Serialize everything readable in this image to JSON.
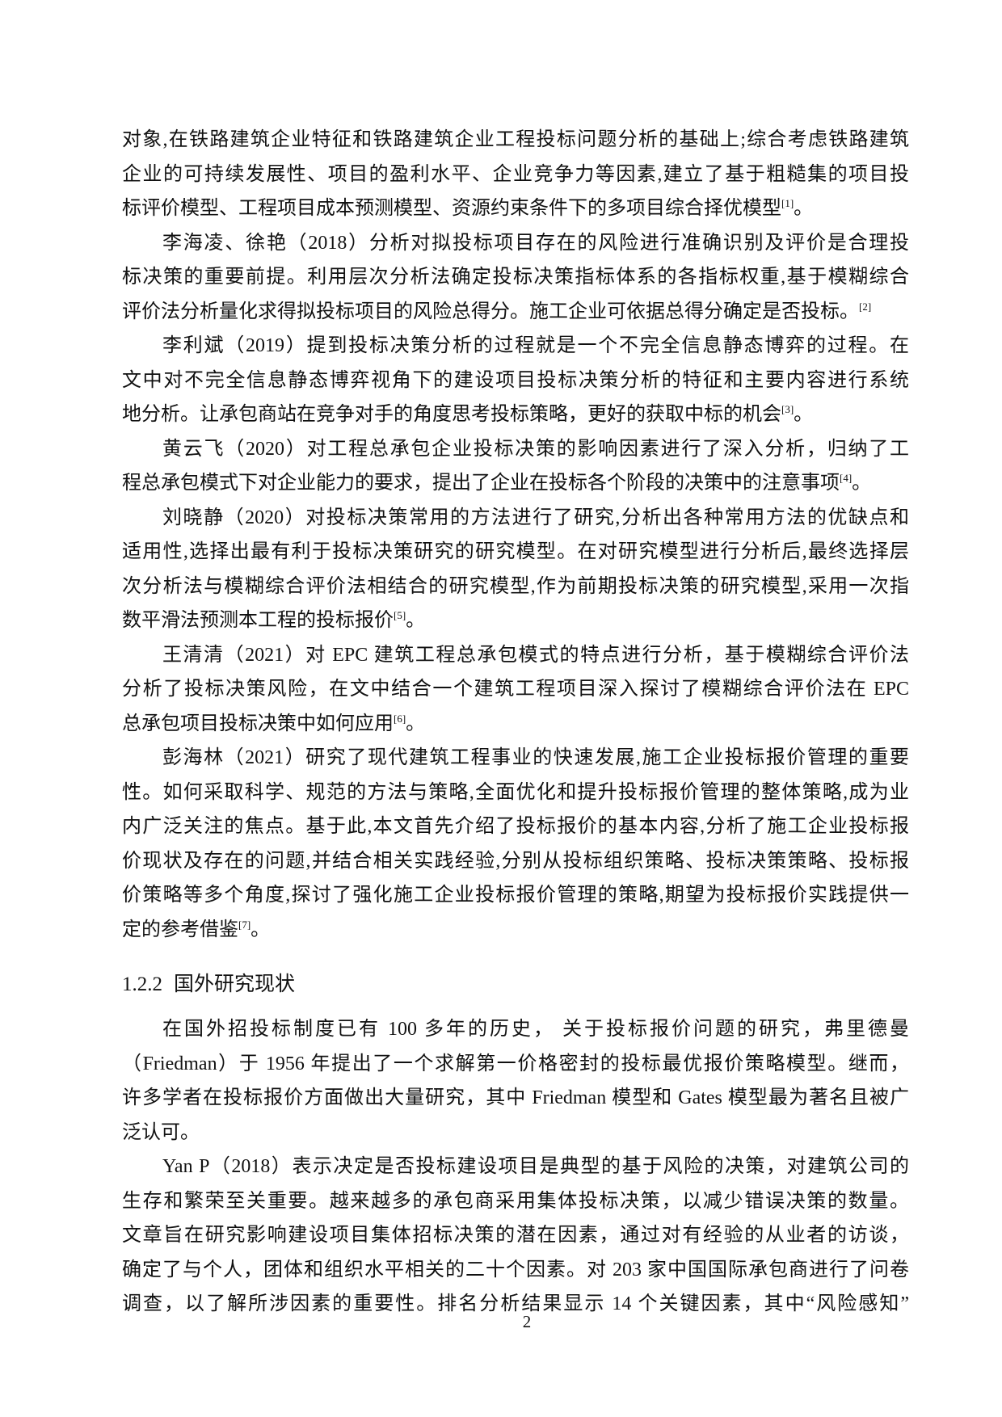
{
  "paragraphs_before": [
    {
      "indent": false,
      "lines": [
        [
          "对象,在铁路建筑企业特征和铁路建筑企业工程投标问题分析的基础上;综合考虑铁路建筑"
        ],
        [
          "企业的可持续发展性、项目的盈利水平、企业竞争力等因素,建立了基于粗糙集的项目投"
        ],
        [
          "标评价模型、工程项目成本预测模型、资源约束条件下的多项目综合择优模型",
          {
            "sup": "[1]"
          },
          "。"
        ]
      ]
    },
    {
      "indent": true,
      "lines": [
        [
          "李海凌、徐艳（2018）分析对拟投标项目存在的风险进行准确识别及评价是合理投"
        ],
        [
          "标决策的重要前提。利用层次分析法确定投标决策指标体系的各指标权重,基于模糊综合"
        ],
        [
          "评价法分析量化求得拟投标项目的风险总得分。施工企业可依据总得分确定是否投标。",
          {
            "sup": "[2]"
          }
        ]
      ]
    },
    {
      "indent": true,
      "lines": [
        [
          "李利斌（2019）提到投标决策分析的过程就是一个不完全信息静态博弈的过程。在"
        ],
        [
          "文中对不完全信息静态博弈视角下的建设项目投标决策分析的特征和主要内容进行系统"
        ],
        [
          "地分析。让承包商站在竞争对手的角度思考投标策略，更好的获取中标的机会",
          {
            "sup": "[3]"
          },
          "。"
        ]
      ]
    },
    {
      "indent": true,
      "lines": [
        [
          "黄云飞（2020）对工程总承包企业投标决策的影响因素进行了深入分析，归纳了工"
        ],
        [
          "程总承包模式下对企业能力的要求，提出了企业在投标各个阶段的决策中的注意事项",
          {
            "sup": "[4]"
          },
          "。"
        ]
      ]
    },
    {
      "indent": true,
      "lines": [
        [
          "刘晓静（2020）对投标决策常用的方法进行了研究,分析出各种常用方法的优缺点和"
        ],
        [
          "适用性,选择出最有利于投标决策研究的研究模型。在对研究模型进行分析后,最终选择层"
        ],
        [
          "次分析法与模糊综合评价法相结合的研究模型,作为前期投标决策的研究模型,采用一次指"
        ],
        [
          "数平滑法预测本工程的投标报价",
          {
            "sup": "[5]"
          },
          "。"
        ]
      ]
    },
    {
      "indent": true,
      "lines": [
        [
          "王清清（2021）对 EPC 建筑工程总承包模式的特点进行分析，基于模糊综合评价法"
        ],
        [
          "分析了投标决策风险，在文中结合一个建筑工程项目深入探讨了模糊综合评价法在 EPC"
        ],
        [
          "总承包项目投标决策中如何应用",
          {
            "sup": "[6]"
          },
          "。"
        ]
      ]
    },
    {
      "indent": true,
      "lines": [
        [
          "彭海林（2021）研究了现代建筑工程事业的快速发展,施工企业投标报价管理的重要"
        ],
        [
          "性。如何采取科学、规范的方法与策略,全面优化和提升投标报价管理的整体策略,成为业"
        ],
        [
          "内广泛关注的焦点。基于此,本文首先介绍了投标报价的基本内容,分析了施工企业投标报"
        ],
        [
          "价现状及存在的问题,并结合相关实践经验,分别从投标组织策略、投标决策策略、投标报"
        ],
        [
          "价策略等多个角度,探讨了强化施工企业投标报价管理的策略,期望为投标报价实践提供一"
        ],
        [
          "定的参考借鉴",
          {
            "sup": "[7]"
          },
          "。"
        ]
      ]
    }
  ],
  "section_heading": {
    "number": "1.2.2",
    "title": "国外研究现状"
  },
  "paragraphs_after": [
    {
      "indent": true,
      "lines": [
        [
          "在国外招投标制度已有 100 多年的历史，  关于投标报价问题的研究，弗里德曼"
        ],
        [
          "（Friedman）于 1956 年提出了一个求解第一价格密封的投标最优报价策略模型。继而，"
        ],
        [
          "许多学者在投标报价方面做出大量研究，其中 Friedman 模型和 Gates 模型最为著名且被广"
        ],
        [
          "泛认可。"
        ]
      ]
    },
    {
      "indent": true,
      "lines": [
        [
          "Yan P（2018）表示决定是否投标建设项目是典型的基于风险的决策，对建筑公司的"
        ],
        [
          "生存和繁荣至关重要。越来越多的承包商采用集体投标决策，以减少错误决策的数量。"
        ],
        [
          "文章旨在研究影响建设项目集体招标决策的潜在因素，通过对有经验的从业者的访谈，"
        ],
        [
          "确定了与个人，团体和组织水平相关的二十个因素。对 203 家中国国际承包商进行了问卷"
        ],
        [
          "调查，以了解所涉因素的重要性。排名分析结果显示 14 个关键因素，其中“风险感知”"
        ]
      ]
    }
  ],
  "page_number": "2"
}
